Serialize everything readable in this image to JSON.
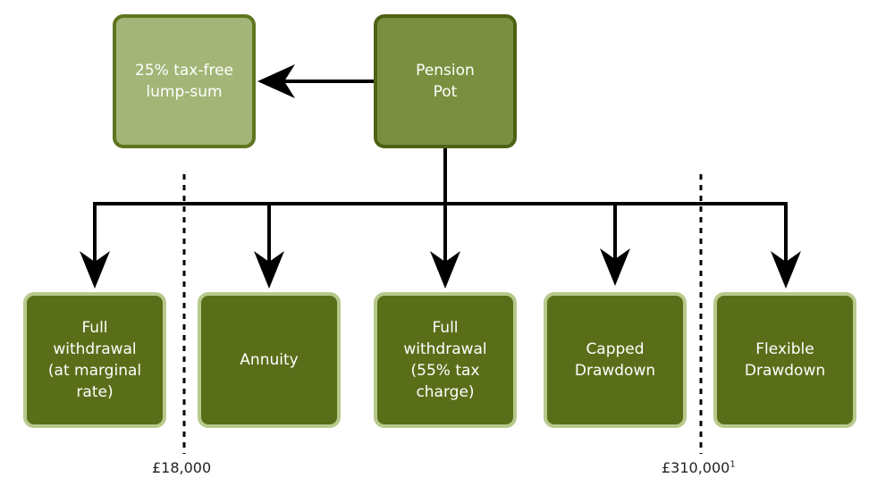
{
  "nodes": {
    "pension_pot": "Pension\nPot",
    "lump_sum": "25% tax-free\nlump-sum",
    "full_withdrawal_marginal": "Full\nwithdrawal\n(at marginal\nrate)",
    "annuity": "Annuity",
    "full_withdrawal_55": "Full\nwithdrawal\n(55% tax\ncharge)",
    "capped_drawdown": "Capped\nDrawdown",
    "flexible_drawdown": "Flexible\nDrawdown"
  },
  "thresholds": {
    "low": "£18,000",
    "high": "£310,000",
    "high_footnote": "1"
  }
}
